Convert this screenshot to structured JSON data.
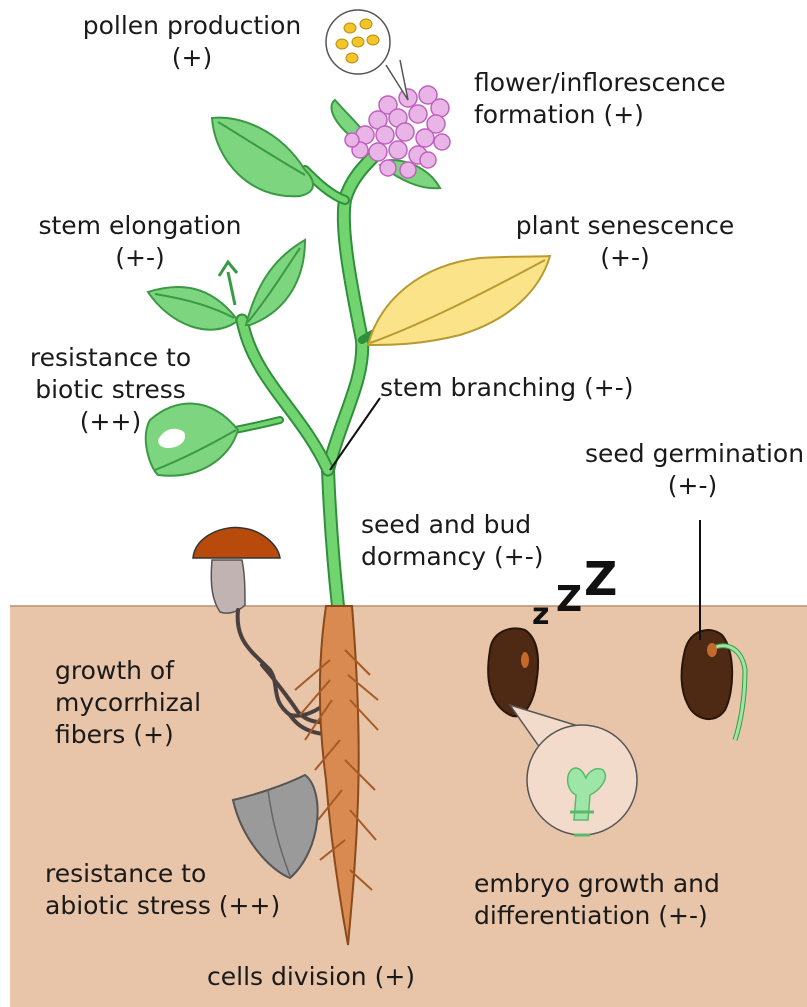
{
  "labels": {
    "pollen_production": {
      "line1": "pollen production",
      "line2": "(+)"
    },
    "flower_formation": {
      "line1": "flower/inflorescence",
      "line2": "formation (+)"
    },
    "stem_elongation": {
      "line1": "stem elongation",
      "line2": "(+-)"
    },
    "plant_senescence": {
      "line1": "plant senescence",
      "line2": "(+-)"
    },
    "biotic_stress": {
      "line1": "resistance to",
      "line2": "biotic stress",
      "line3": "(++)"
    },
    "stem_branching": {
      "line1": "stem branching (+-)"
    },
    "seed_germination": {
      "line1": "seed germination",
      "line2": "(+-)"
    },
    "dormancy": {
      "line1": "seed and bud",
      "line2": "dormancy (+-)"
    },
    "mycorrhizal": {
      "line1": "growth of",
      "line2": "mycorrhizal",
      "line3": "fibers (+)"
    },
    "abiotic_stress": {
      "line1": "resistance to",
      "line2": "abiotic stress (++)"
    },
    "embryo": {
      "line1": "embryo growth and",
      "line2": "differentiation (+-)"
    },
    "cells_division": {
      "line1": "cells division (+)"
    }
  },
  "sleep_letters": [
    "z",
    "Z",
    "Z"
  ],
  "colors": {
    "soil": "#e8c4a8",
    "leaf_green": "#7dd67f",
    "leaf_outline": "#3a9a44",
    "stem_green": "#6fcf6a",
    "senescent_leaf": "#fbe38a",
    "flower_pink": "#e8b5e6",
    "root_orange": "#d98a50",
    "mushroom_cap": "#b84a0c",
    "seed_brown": "#4e2a14",
    "shield_gray": "#9a9a9a",
    "pollen_yellow": "#f2c52a"
  }
}
